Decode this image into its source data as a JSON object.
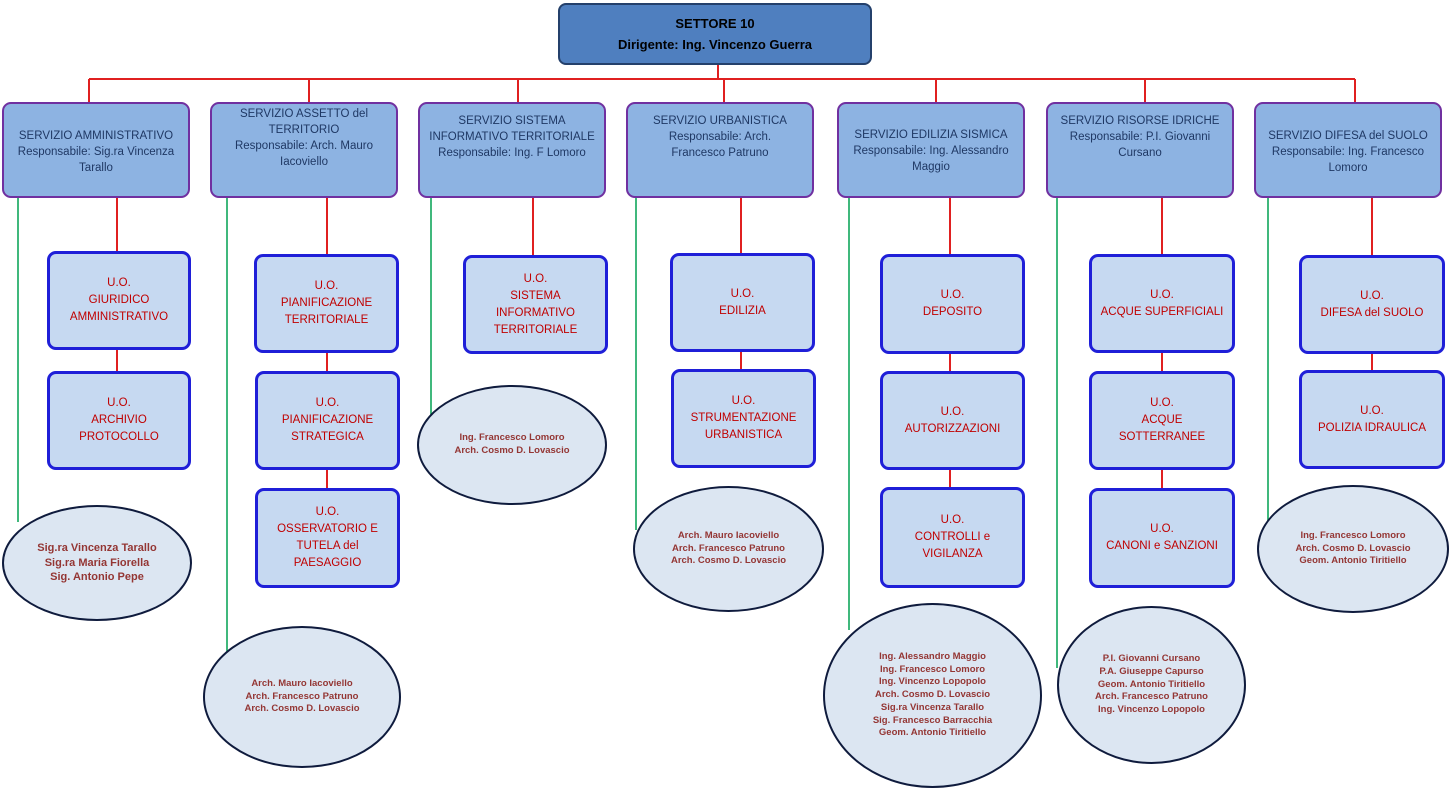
{
  "settore": {
    "title": "SETTORE 10",
    "dirigente": "Dirigente: Ing. Vincenzo Guerra"
  },
  "services": [
    {
      "name": "SERVIZIO AMMINISTRATIVO",
      "resp": [
        "Responsabile: Sig.ra Vincenza",
        "Tarallo"
      ]
    },
    {
      "name": "SERVIZIO ASSETTO del",
      "name2": "TERRITORIO",
      "resp": [
        "Responsabile: Arch. Mauro",
        "Iacoviello"
      ]
    },
    {
      "name": "SERVIZIO SISTEMA",
      "name2": "INFORMATIVO TERRITORIALE",
      "resp": [
        "Responsabile: Ing.   F Lomoro"
      ]
    },
    {
      "name": "SERVIZIO URBANISTICA",
      "resp": [
        "Responsabile: Arch.",
        "Francesco Patruno"
      ]
    },
    {
      "name": "SERVIZIO EDILIZIA SISMICA",
      "resp": [
        "Responsabile: Ing. Alessandro",
        "Maggio"
      ]
    },
    {
      "name": "SERVIZIO RISORSE IDRICHE",
      "resp": [
        "Responsabile: P.I. Giovanni",
        "Cursano"
      ]
    },
    {
      "name": "SERVIZIO DIFESA del SUOLO",
      "resp": [
        "Responsabile: Ing. Francesco",
        "Lomoro"
      ]
    }
  ],
  "units": {
    "amm1": [
      "U.O.",
      "GIURIDICO",
      "AMMINISTRATIVO"
    ],
    "amm2": [
      "U.O.",
      "ARCHIVIO",
      "PROTOCOLLO"
    ],
    "ass1": [
      "U.O.",
      "PIANIFICAZIONE",
      "TERRITORIALE"
    ],
    "ass2": [
      "U.O.",
      "PIANIFICAZIONE",
      "STRATEGICA"
    ],
    "ass3": [
      "U.O.",
      "OSSERVATORIO E",
      "TUTELA del",
      "PAESAGGIO"
    ],
    "sit1": [
      "U.O.",
      "SISTEMA",
      "INFORMATIVO",
      "TERRITORIALE"
    ],
    "urb1": [
      "U.O.",
      "EDILIZIA"
    ],
    "urb2": [
      "U.O.",
      "STRUMENTAZIONE",
      "URBANISTICA"
    ],
    "eds1": [
      "U.O.",
      "DEPOSITO"
    ],
    "eds2": [
      "U.O.",
      "AUTORIZZAZIONI"
    ],
    "eds3": [
      "U.O.",
      "CONTROLLI e",
      "VIGILANZA"
    ],
    "ris1": [
      "U.O.",
      "ACQUE SUPERFICIALI"
    ],
    "ris2": [
      "U.O.",
      "ACQUE",
      "SOTTERRANEE"
    ],
    "ris3": [
      "U.O.",
      "CANONI e SANZIONI"
    ],
    "dif1": [
      "U.O.",
      "DIFESA del SUOLO"
    ],
    "dif2": [
      "U.O.",
      "POLIZIA IDRAULICA"
    ]
  },
  "staff": {
    "amm": [
      "Sig.ra Vincenza Tarallo",
      "Sig.ra Maria Fiorella",
      "Sig. Antonio Pepe"
    ],
    "ass": [
      "Arch. Mauro Iacoviello",
      "Arch. Francesco Patruno",
      "Arch. Cosmo D. Lovascio"
    ],
    "sit": [
      "Ing. Francesco Lomoro",
      "Arch. Cosmo D. Lovascio"
    ],
    "urb": [
      "Arch. Mauro Iacoviello",
      "Arch. Francesco Patruno",
      "Arch. Cosmo D. Lovascio"
    ],
    "eds": [
      "Ing. Alessandro Maggio",
      "Ing. Francesco Lomoro",
      "Ing. Vincenzo Lopopolo",
      "Arch. Cosmo D. Lovascio",
      "Sig.ra Vincenza Tarallo",
      "Sig. Francesco Barracchia",
      "Geom. Antonio Tiritiello"
    ],
    "ris": [
      "P.I. Giovanni Cursano",
      "P.A. Giuseppe Capurso",
      "Geom. Antonio Tiritiello",
      "Arch. Francesco Patruno",
      "Ing. Vincenzo Lopopolo"
    ],
    "dif": [
      "Ing. Francesco Lomoro",
      "Arch. Cosmo D. Lovascio",
      "Geom. Antonio Tiritiello"
    ]
  },
  "colors": {
    "connector": "#e02020",
    "staff_connector": "#00a050",
    "service_fill": "#8db3e2",
    "service_border": "#7030a0",
    "unit_fill": "#c6d9f1",
    "unit_border": "#1f1fd8",
    "unit_text": "#c00000",
    "staff_text": "#943634"
  }
}
